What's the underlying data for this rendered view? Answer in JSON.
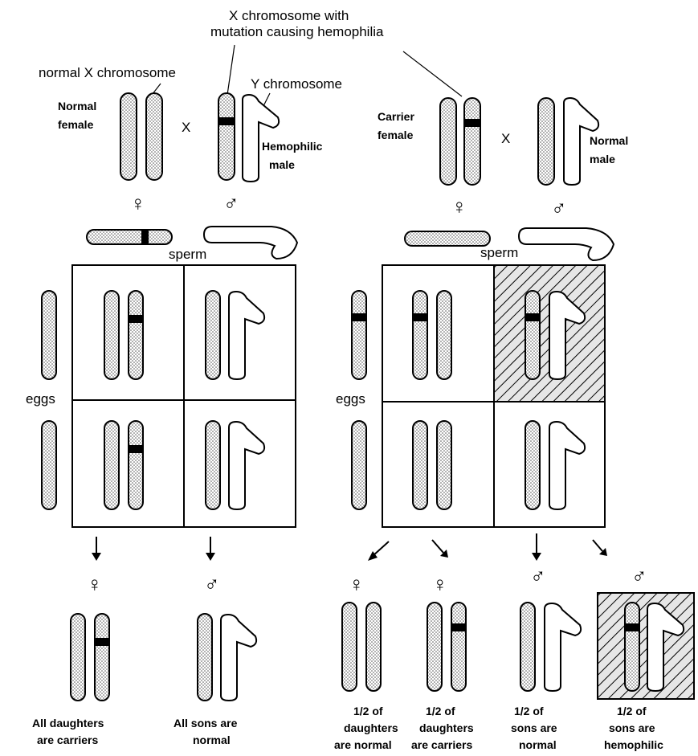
{
  "labels": {
    "normal_x": "normal X chromosome",
    "mutation_line1": "X chromosome with",
    "mutation_line2": "mutation causing hemophilia",
    "y_chromosome": "Y chromosome",
    "normal_female_line1": "Normal",
    "normal_female_line2": "female",
    "cross_left": "X",
    "hemophilic_male_line1": "Hemophilic",
    "hemophilic_male_line2": "male",
    "carrier_female_line1": "Carrier",
    "carrier_female_line2": "female",
    "cross_right": "X",
    "normal_male_line1": "Normal",
    "normal_male_line2": "male",
    "sperm_left": "sperm",
    "sperm_right": "sperm",
    "eggs_left": "eggs",
    "eggs_right": "eggs"
  },
  "symbols": {
    "female": "♀",
    "male": "♂"
  },
  "captions": {
    "left_daughters_line1": "All daughters",
    "left_daughters_line2": "are carriers",
    "left_sons_line1": "All sons are",
    "left_sons_line2": "normal",
    "r1_line1": "1/2 of",
    "r1_line2": "daughters",
    "r1_line3": "are normal",
    "r2_line1": "1/2 of",
    "r2_line2": "daughters",
    "r2_line3": "are carriers",
    "r3_line1": "1/2 of",
    "r3_line2": "sons are",
    "r3_line3": "normal",
    "r4_line1": "1/2 of",
    "r4_line2": "sons are",
    "r4_line3": "hemophilic"
  },
  "colors": {
    "ink": "#000000",
    "chromosome_fill": "#d9d9d9",
    "hatch_fill": "#c9c9c9"
  }
}
